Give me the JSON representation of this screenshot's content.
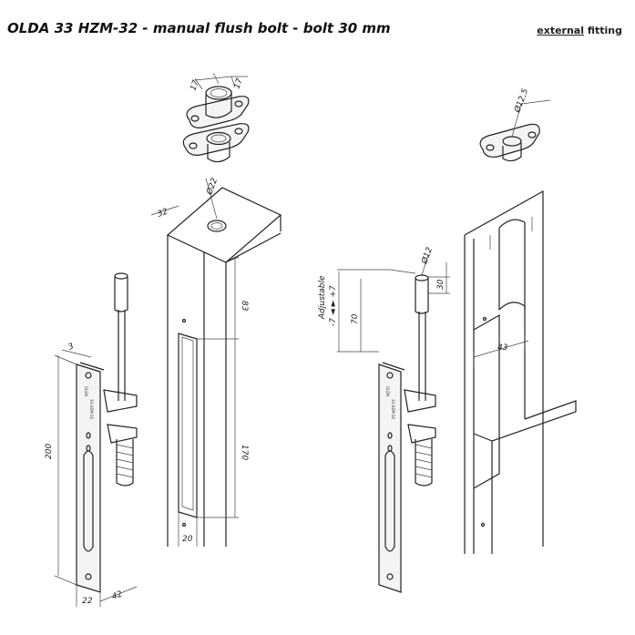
{
  "header": {
    "title": "OLDA 33 HZM-32 -  manual flush bolt - bolt 30 mm",
    "fitting_prefix": "external",
    "fitting_suffix": " fitting"
  },
  "dimensions": {
    "sleeve_a": "17",
    "sleeve_b": "17",
    "hole_22": "Ø22",
    "hole_12_5": "Ø12,5",
    "depth_32": "32",
    "offset_83": "83",
    "recess_170": "170",
    "recess_width_20": "20",
    "plate_thickness_3": "3",
    "plate_length_200": "200",
    "plate_width_22": "22",
    "offset_42": "42",
    "rod_dia_12": "Ø12",
    "rod_30": "30",
    "travel_70": "70",
    "adjustable": "Adjustable",
    "adjust_range": "-7 ◄ ► +7",
    "offset_43": "43"
  },
  "plate_marks": {
    "brand": "OLDA",
    "model": "33 HZM-32"
  },
  "colors": {
    "line": "#222222",
    "plate_fill": "#f4f4f4"
  }
}
